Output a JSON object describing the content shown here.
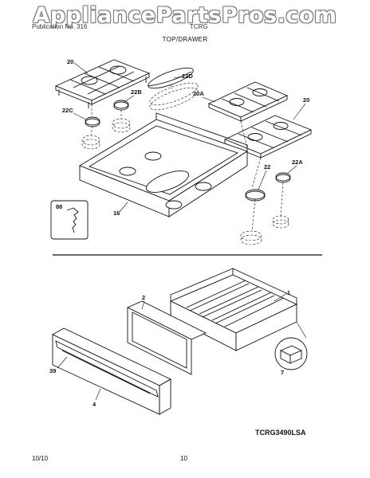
{
  "watermark": "AppliancePartsPros.com",
  "header": {
    "left": "Publication No. 316",
    "right": "TCRG"
  },
  "section_title": "TOP/DRAWER",
  "callouts": {
    "grate_left": "20",
    "burner_cap_22D": "22D",
    "cap_22B": "22B",
    "cap_22C": "22C",
    "grate_20A": "20A",
    "grate_right": "20",
    "cap_22": "22",
    "cap_22A": "22A",
    "cooktop": "16",
    "screw": "88",
    "drawer": "1",
    "drawer_panel": "2",
    "clip": "7",
    "handle": "39",
    "drawer_front": "4"
  },
  "model_code": "TCRG3490LSA",
  "footer": {
    "date": "10/10",
    "page": "10"
  }
}
